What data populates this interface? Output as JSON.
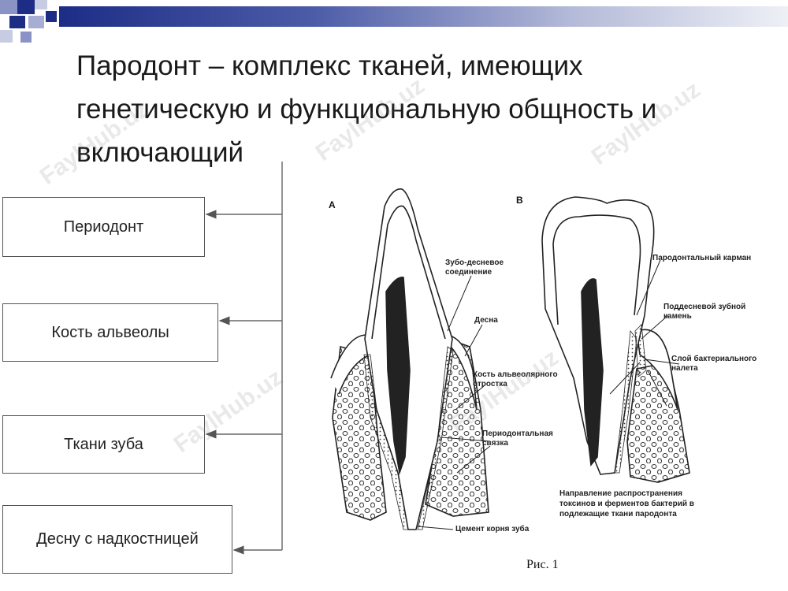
{
  "slide": {
    "title": "Пародонт – комплекс тканей, имеющих генетическую и функциональную общность и включающий",
    "accent_color": "#1d2d86",
    "watermark": "FaylHub.uz"
  },
  "boxes": [
    {
      "label": "Периодонт"
    },
    {
      "label": "Кость альвеолы"
    },
    {
      "label": "Ткани зуба"
    },
    {
      "label": "Десну с надкостницей"
    }
  ],
  "figure": {
    "panel_a_letter": "А",
    "panel_b_letter": "В",
    "caption": "Рис. 1",
    "labels_a": [
      "Зубо-десневое соединение",
      "Десна",
      "Кость альвеолярного отростка",
      "Периодонтальная связка",
      "Цемент корня зуба"
    ],
    "labels_b": [
      "Пародонтальный карман",
      "Поддесневой зубной камень",
      "Слой бактериального налета"
    ],
    "direction_text": "Направление распространения токсинов и ферментов бактерий в подлежащие ткани пародонта"
  }
}
